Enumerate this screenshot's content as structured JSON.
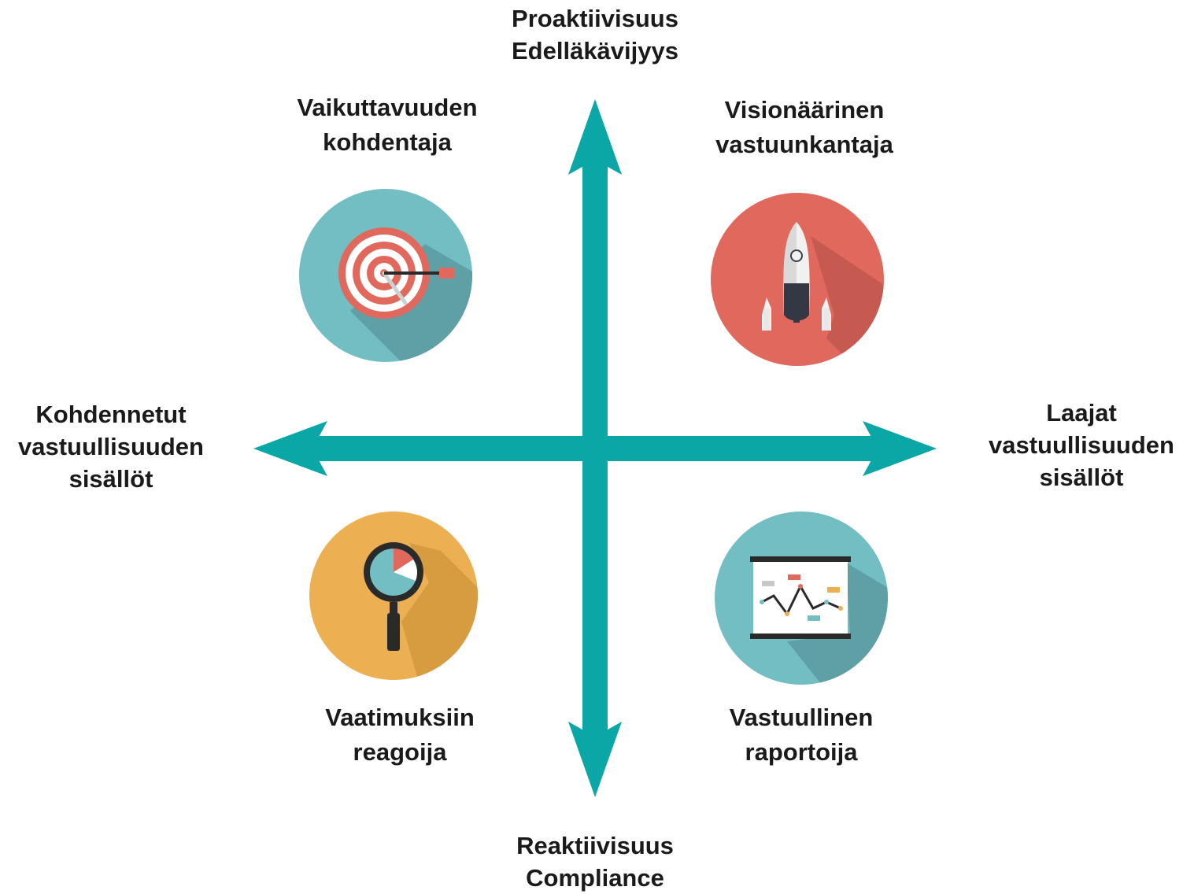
{
  "colors": {
    "axis": "#0aa7a6",
    "teal_circle": "#72bec3",
    "red_circle": "#e0685c",
    "yellow_circle": "#ecb052",
    "text": "#1a1a1a"
  },
  "axes": {
    "top": {
      "line1": "Proaktiivisuus",
      "line2": "Edelläkävijyys"
    },
    "bottom": {
      "line1": "Reaktiivisuus",
      "line2": "Compliance"
    },
    "left": {
      "line1": "Kohdennetut",
      "line2": "vastuullisuuden",
      "line3": "sisällöt"
    },
    "right": {
      "line1": "Laajat",
      "line2": "vastuullisuuden",
      "line3": "sisällöt"
    }
  },
  "quadrants": {
    "top_left": {
      "line1": "Vaikuttavuuden",
      "line2": "kohdentaja",
      "icon": "target-icon"
    },
    "top_right": {
      "line1": "Visionäärinen",
      "line2": "vastuunkantaja",
      "icon": "rocket-icon"
    },
    "bottom_left": {
      "line1": "Vaatimuksiin",
      "line2": "reagoija",
      "icon": "magnifier-icon"
    },
    "bottom_right": {
      "line1": "Vastuullinen",
      "line2": "raportoija",
      "icon": "presentation-board-icon"
    }
  }
}
